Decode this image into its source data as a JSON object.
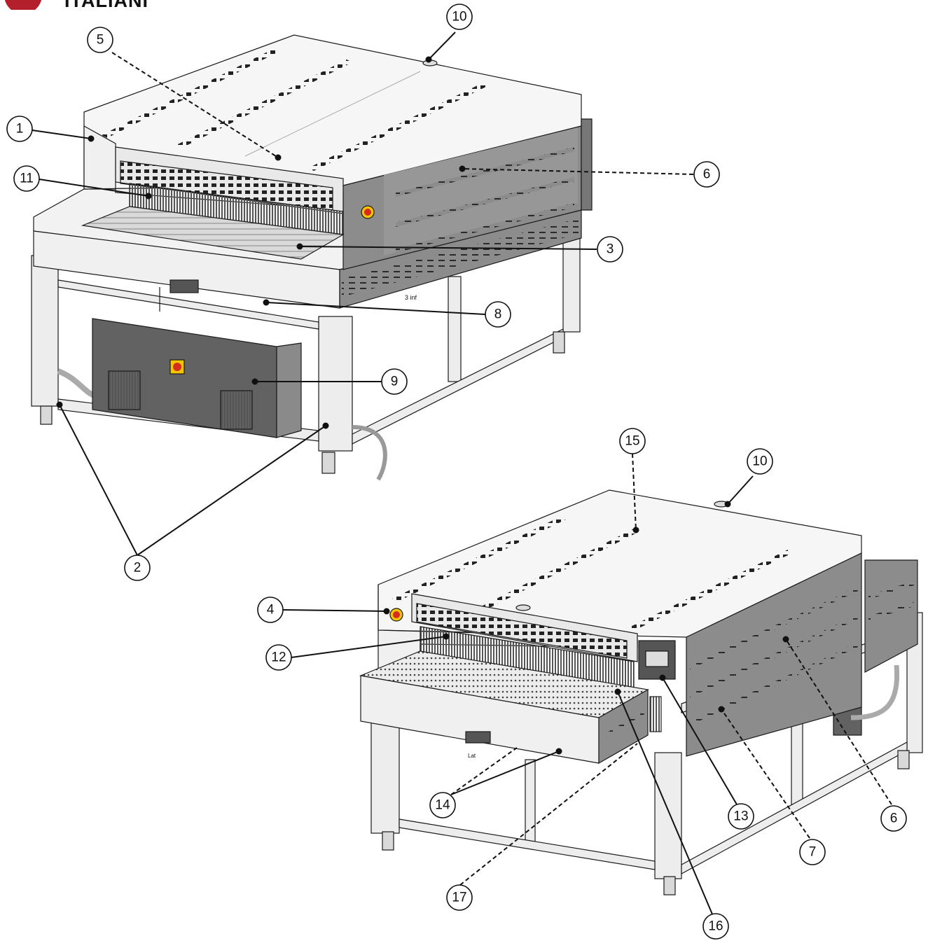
{
  "brand": {
    "name": "ITALIANI",
    "logo": "brand-logo-circle",
    "logo_color": "#b3202b"
  },
  "colors": {
    "panel_light": "#efefef",
    "panel_top": "#f6f6f6",
    "panel_dark": "#8c8c8c",
    "panel_darker": "#6e6e6e",
    "control_box": "#626262",
    "outline": "#1a1a1a",
    "emergency_red": "#d62b1e",
    "emergency_yellow": "#f2c500"
  },
  "callouts": {
    "c1": "1",
    "c2": "2",
    "c3": "3",
    "c4": "4",
    "c5": "5",
    "c6a": "6",
    "c6b": "6",
    "c7": "7",
    "c8": "8",
    "c9": "9",
    "c10a": "10",
    "c10b": "10",
    "c11": "11",
    "c12": "12",
    "c13": "13",
    "c14": "14",
    "c15": "15",
    "c16": "16",
    "c17": "17"
  },
  "labels": {
    "inlet_tag_1": "3 inf",
    "inlet_tag_2": "Lat"
  }
}
